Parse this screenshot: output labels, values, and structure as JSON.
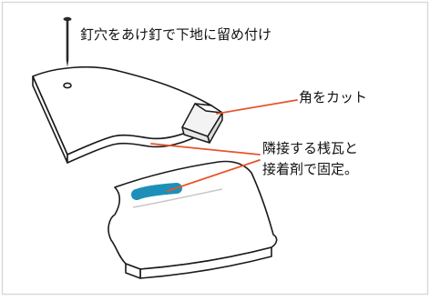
{
  "labels": {
    "nail_instruction": "釘穴をあけ釘で下地に留め付け",
    "corner_cut": "角をカット",
    "adjacent_line1": "隣接する桟瓦と",
    "adjacent_line2": "接着剤で固定。"
  },
  "colors": {
    "frame_border": "#d9d9d9",
    "tile_fill": "#ffffff",
    "tile_stroke": "#1a1a1a",
    "leader_line": "#e8542a",
    "adhesive": "#1d8fb9",
    "adhesive_guide": "#c8c8c8",
    "text": "#111111"
  },
  "icons": {
    "nail": "nail-icon"
  }
}
